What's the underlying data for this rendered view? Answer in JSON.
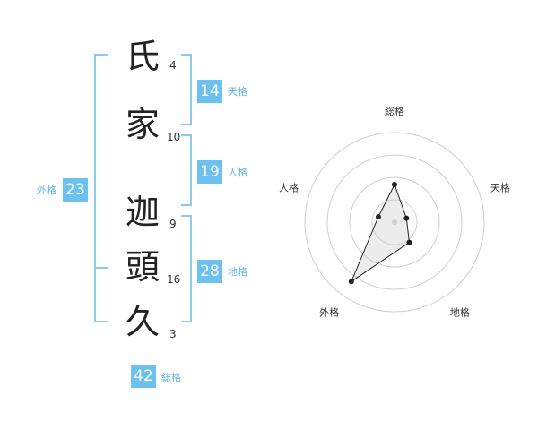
{
  "characters": [
    {
      "char": "氏",
      "strokes": "4"
    },
    {
      "char": "家",
      "strokes": "10"
    },
    {
      "char": "迦",
      "strokes": "9"
    },
    {
      "char": "頭",
      "strokes": "16"
    },
    {
      "char": "久",
      "strokes": "3"
    }
  ],
  "kaku": {
    "tenkaku": {
      "value": "14",
      "label": "天格"
    },
    "jinkaku": {
      "value": "19",
      "label": "人格"
    },
    "chikaku": {
      "value": "28",
      "label": "地格"
    },
    "gaikaku": {
      "value": "23",
      "label": "外格"
    },
    "soukaku": {
      "value": "42",
      "label": "総格"
    }
  },
  "chart_data": {
    "type": "radar",
    "axes": [
      "総格",
      "天格",
      "地格",
      "外格",
      "人格"
    ],
    "values": [
      0.42,
      0.14,
      0.28,
      0.82,
      0.19
    ],
    "rings": 4,
    "grid": true
  },
  "colors": {
    "accent": "#6cc1f0",
    "bracket": "#8ec9f0",
    "label": "#62b4e6"
  }
}
